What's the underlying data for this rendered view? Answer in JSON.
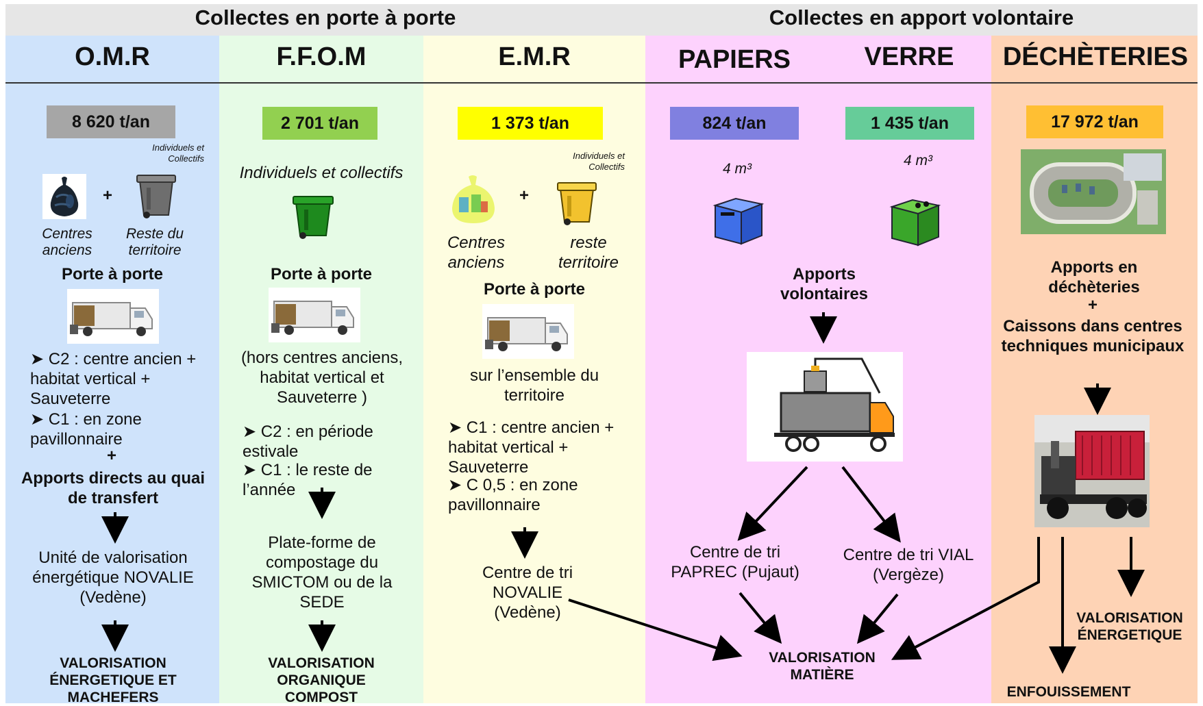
{
  "header": {
    "left_group": "Collectes en porte à porte",
    "right_group": "Collectes en apport volontaire"
  },
  "columns": {
    "omr": {
      "title": "O.M.R",
      "tonnage": "8 620 t/an",
      "small_label": "Individuels et Collectifs",
      "caption_left": "Centres anciens",
      "caption_right": "Reste du territoire",
      "mode": "Porte à porte",
      "freq1": "➤ C2 : centre ancien + habitat vertical + Sauveterre",
      "freq2": "➤ C1 : en zone pavillonnaire",
      "plus": "+",
      "extra": "Apports directs au quai de transfert",
      "destination": "Unité de valorisation énergétique NOVALIE (Vedène)",
      "outcome": "VALORISATION ÉNERGETIQUE ET MACHEFERS"
    },
    "ffom": {
      "title": "F.F.O.M",
      "tonnage": "2 701 t/an",
      "users": "Individuels et  collectifs",
      "mode": "Porte à porte",
      "scope": "(hors centres anciens, habitat vertical et Sauveterre )",
      "freq1": "➤ C2 : en période estivale",
      "freq2": "➤ C1 : le reste de l’année",
      "destination": "Plate-forme de compostage du SMICTOM ou de la SEDE",
      "outcome": "VALORISATION ORGANIQUE COMPOST"
    },
    "emr": {
      "title": "E.M.R",
      "tonnage": "1 373 t/an",
      "small_label": "Individuels et Collectifs",
      "caption_left": "Centres anciens",
      "caption_right": "reste territoire",
      "mode": "Porte à porte",
      "scope": "sur l’ensemble du territoire",
      "freq1": "➤ C1 : centre ancien + habitat vertical + Sauveterre",
      "freq2": "➤ C 0,5 : en zone pavillonnaire",
      "destination": "Centre de tri NOVALIE (Vedène)"
    },
    "papiers": {
      "title": "PAPIERS",
      "tonnage": "824 t/an",
      "volume": "4 m³",
      "destination": "Centre de tri PAPREC (Pujaut)"
    },
    "verre": {
      "title": "VERRE",
      "tonnage": "1 435 t/an",
      "volume": "4 m³",
      "destination": "Centre de tri VIAL (Vergèze)"
    },
    "apport": {
      "mode": "Apports volontaires",
      "outcome": "VALORISATION MATIÈRE"
    },
    "decheteries": {
      "title": "DÉCHÈTERIES",
      "tonnage": "17 972 t/an",
      "mode1": "Apports en déchèteries",
      "plus": "+",
      "mode2": "Caissons dans centres techniques municipaux",
      "outcome_energy": "VALORISATION ÉNERGETIQUE",
      "outcome_landfill": "ENFOUISSEMENT"
    }
  },
  "colors": {
    "omr_bg": "#cfe3fb",
    "ffom_bg": "#e6fbe6",
    "emr_bg": "#fefde0",
    "apport_bg": "#fdd2fd",
    "decheteries_bg": "#fed3b5",
    "omr_badge": "#a6a6a6",
    "ffom_badge": "#92d050",
    "emr_badge": "#ffff00",
    "papiers_badge": "#8080e0",
    "verre_badge": "#66cc99",
    "decheteries_badge": "#ffbf33"
  },
  "icons": [
    "black-bag-icon",
    "grey-bin-icon",
    "green-bin-icon",
    "recycling-bag-icon",
    "yellow-bin-icon",
    "garbage-truck-icon",
    "blue-container-icon",
    "green-container-icon",
    "crane-truck-icon",
    "decheterie-aerial-icon",
    "skip-truck-icon",
    "arrow-icon"
  ]
}
